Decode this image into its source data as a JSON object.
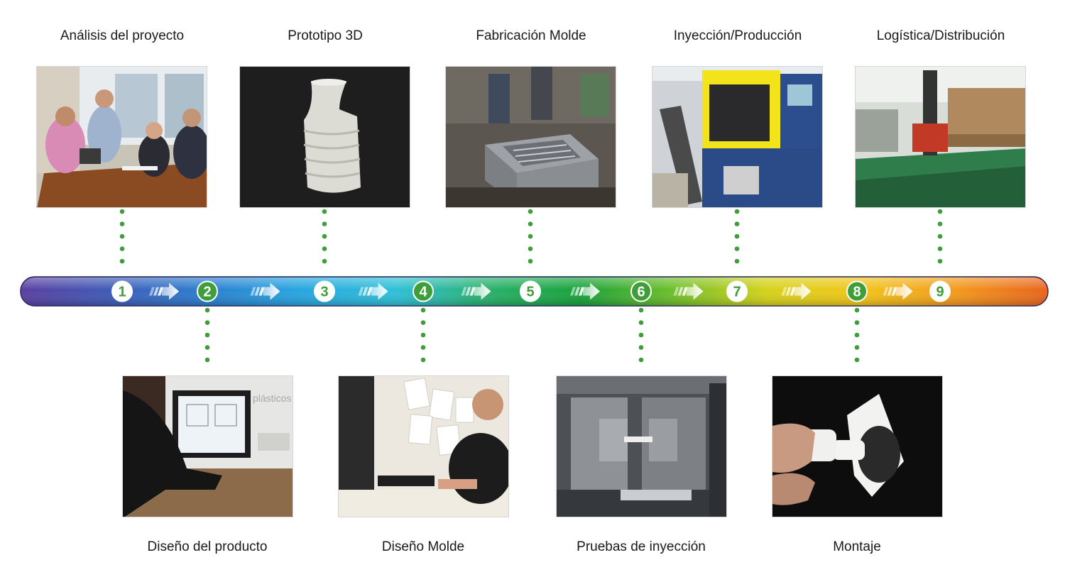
{
  "colors": {
    "connector": "#3f9e3a",
    "marker_green": "#3f9e3a",
    "marker_white": "#ffffff",
    "bar_gradient": [
      "#5a3fa0",
      "#3d5cb8",
      "#2b7fd0",
      "#27a6e0",
      "#2fc0d8",
      "#28b16a",
      "#19a23a",
      "#6fbf2a",
      "#d6d21a",
      "#f2c51a",
      "#f39a1c",
      "#e8641e"
    ]
  },
  "stages_top": [
    {
      "number": "1",
      "title": "Análisis del proyecto",
      "photo": "project-meeting-photo"
    },
    {
      "number": "3",
      "title": "Prototipo 3D",
      "photo": "3d-prototype-photo"
    },
    {
      "number": "5",
      "title": "Fabricación Molde",
      "photo": "mold-manufacturing-photo"
    },
    {
      "number": "7",
      "title": "Inyección/Producción",
      "photo": "injection-machine-photo"
    },
    {
      "number": "9",
      "title": "Logística/Distribución",
      "photo": "warehouse-photo"
    }
  ],
  "stages_bottom": [
    {
      "number": "2",
      "title": "Diseño del producto",
      "photo": "product-design-photo",
      "watermark": "plásticos"
    },
    {
      "number": "4",
      "title": "Diseño Molde",
      "photo": "mold-design-photo"
    },
    {
      "number": "6",
      "title": "Pruebas de inyección",
      "photo": "injection-test-photo"
    },
    {
      "number": "8",
      "title": "Montaje",
      "photo": "assembly-photo"
    }
  ]
}
